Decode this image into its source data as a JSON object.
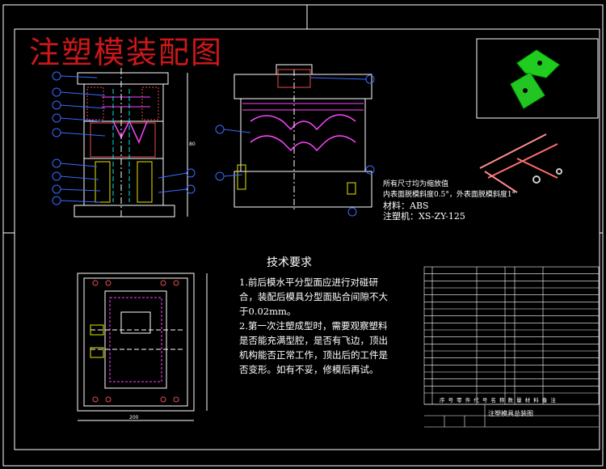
{
  "title": "注塑模装配图",
  "notes": {
    "line1": "所有尺寸均为缩放值",
    "line2": "内表面脱模斜度0.5°，外表面脱模斜度1°",
    "material": "材料：ABS",
    "machine": "注塑机：XS-ZY-125"
  },
  "requirements": {
    "heading": "技术要求",
    "items": [
      "1.前后模水平分型面应进行对碰研合，装配后模具分型面贴合间隙不大于0.02mm。",
      "2.第一次注塑成型时，需要观察塑料是否能充满型腔，是否有飞边，顶出机构能否正常工作，顶出后的工件是否变形。如有不妥，修模后再试。"
    ]
  },
  "bom": {
    "title": "注塑模具总装图",
    "footer": "序 号   零 件 代 号   名 称   数 量   材 料   备 注",
    "row_count": 18
  },
  "colors": {
    "background": "#000000",
    "title": "#ff1e1e",
    "outline": "#ffffff",
    "hatch": "#e84b4b",
    "part": "#ff44ff",
    "callout": "#3a6bff",
    "cyan": "#00e5e5",
    "green": "#22c522",
    "yellow": "#e6e600"
  }
}
